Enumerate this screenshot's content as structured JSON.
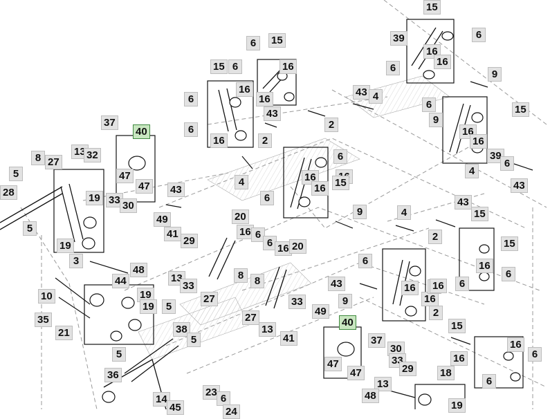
{
  "callouts": [
    {
      "label": "15"
    },
    {
      "label": "39"
    },
    {
      "label": "6"
    },
    {
      "label": "16"
    },
    {
      "label": "16"
    },
    {
      "label": "6"
    },
    {
      "label": "9"
    },
    {
      "label": "43"
    },
    {
      "label": "4"
    },
    {
      "label": "6"
    },
    {
      "label": "15"
    },
    {
      "label": "9"
    },
    {
      "label": "16"
    },
    {
      "label": "16"
    },
    {
      "label": "39"
    },
    {
      "label": "6"
    },
    {
      "label": "4"
    },
    {
      "label": "43"
    },
    {
      "label": "6"
    },
    {
      "label": "15"
    },
    {
      "label": "15"
    },
    {
      "label": "6"
    },
    {
      "label": "16"
    },
    {
      "label": "16"
    },
    {
      "label": "16"
    },
    {
      "label": "6"
    },
    {
      "label": "16"
    },
    {
      "label": "43"
    },
    {
      "label": "6"
    },
    {
      "label": "2"
    },
    {
      "label": "16"
    },
    {
      "label": "2"
    },
    {
      "label": "37"
    },
    {
      "label": "40"
    },
    {
      "label": "13"
    },
    {
      "label": "32"
    },
    {
      "label": "8"
    },
    {
      "label": "27"
    },
    {
      "label": "5"
    },
    {
      "label": "47"
    },
    {
      "label": "47"
    },
    {
      "label": "43"
    },
    {
      "label": "28"
    },
    {
      "label": "6"
    },
    {
      "label": "16"
    },
    {
      "label": "16"
    },
    {
      "label": "15"
    },
    {
      "label": "4"
    },
    {
      "label": "19"
    },
    {
      "label": "33"
    },
    {
      "label": "30"
    },
    {
      "label": "5"
    },
    {
      "label": "6"
    },
    {
      "label": "20"
    },
    {
      "label": "9"
    },
    {
      "label": "49"
    },
    {
      "label": "41"
    },
    {
      "label": "16"
    },
    {
      "label": "6"
    },
    {
      "label": "29"
    },
    {
      "label": "6"
    },
    {
      "label": "16"
    },
    {
      "label": "20"
    },
    {
      "label": "19"
    },
    {
      "label": "3"
    },
    {
      "label": "48"
    },
    {
      "label": "44"
    },
    {
      "label": "13"
    },
    {
      "label": "33"
    },
    {
      "label": "8"
    },
    {
      "label": "8"
    },
    {
      "label": "10"
    },
    {
      "label": "19"
    },
    {
      "label": "19"
    },
    {
      "label": "5"
    },
    {
      "label": "27"
    },
    {
      "label": "33"
    },
    {
      "label": "49"
    },
    {
      "label": "27"
    },
    {
      "label": "35"
    },
    {
      "label": "13"
    },
    {
      "label": "21"
    },
    {
      "label": "38"
    },
    {
      "label": "5"
    },
    {
      "label": "41"
    },
    {
      "label": "40"
    },
    {
      "label": "37"
    },
    {
      "label": "30"
    },
    {
      "label": "5"
    },
    {
      "label": "47"
    },
    {
      "label": "33"
    },
    {
      "label": "29"
    },
    {
      "label": "47"
    },
    {
      "label": "36"
    },
    {
      "label": "13"
    },
    {
      "label": "48"
    },
    {
      "label": "18"
    },
    {
      "label": "23"
    },
    {
      "label": "6"
    },
    {
      "label": "14"
    },
    {
      "label": "45"
    },
    {
      "label": "24"
    },
    {
      "label": "19"
    },
    {
      "label": "4"
    },
    {
      "label": "2"
    },
    {
      "label": "43"
    },
    {
      "label": "15"
    },
    {
      "label": "6"
    },
    {
      "label": "16"
    },
    {
      "label": "16"
    },
    {
      "label": "6"
    },
    {
      "label": "6"
    },
    {
      "label": "16"
    },
    {
      "label": "15"
    },
    {
      "label": "16"
    },
    {
      "label": "43"
    },
    {
      "label": "9"
    },
    {
      "label": "6"
    },
    {
      "label": "2"
    },
    {
      "label": "15"
    },
    {
      "label": "16"
    },
    {
      "label": "6"
    },
    {
      "label": "16"
    },
    {
      "label": "6"
    }
  ],
  "highlight_color": "#c8e6c0"
}
